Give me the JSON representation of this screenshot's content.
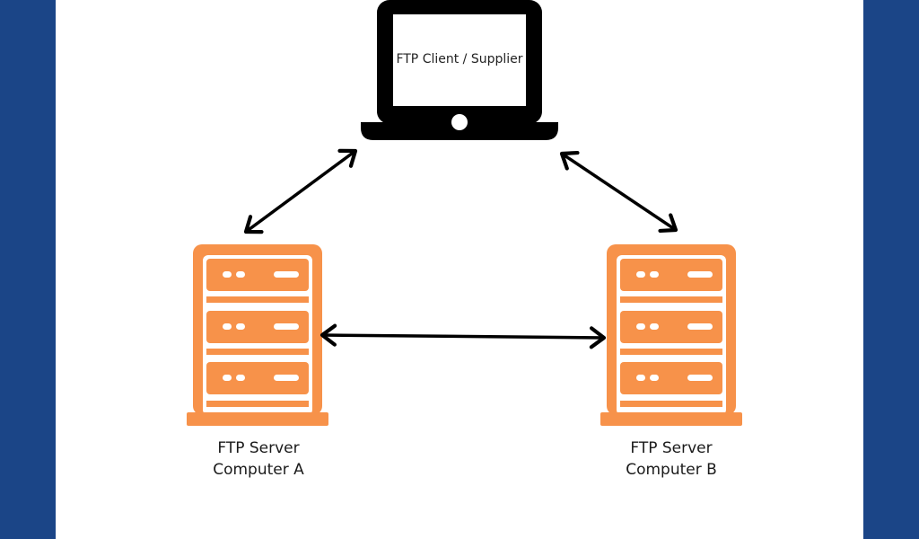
{
  "colors": {
    "border": "#1b4587",
    "server": "#f7924a",
    "laptop": "#000000",
    "arrow": "#000000",
    "background": "#ffffff"
  },
  "nodes": {
    "client": {
      "label": "FTP Client / Supplier",
      "icon": "laptop-icon"
    },
    "server_a": {
      "line1": "FTP Server",
      "line2": "Computer A",
      "icon": "server-rack-icon"
    },
    "server_b": {
      "line1": "FTP Server",
      "line2": "Computer B",
      "icon": "server-rack-icon"
    }
  },
  "edges": [
    {
      "from": "client",
      "to": "server_a",
      "type": "bidirectional"
    },
    {
      "from": "client",
      "to": "server_b",
      "type": "bidirectional"
    },
    {
      "from": "server_a",
      "to": "server_b",
      "type": "bidirectional"
    }
  ]
}
